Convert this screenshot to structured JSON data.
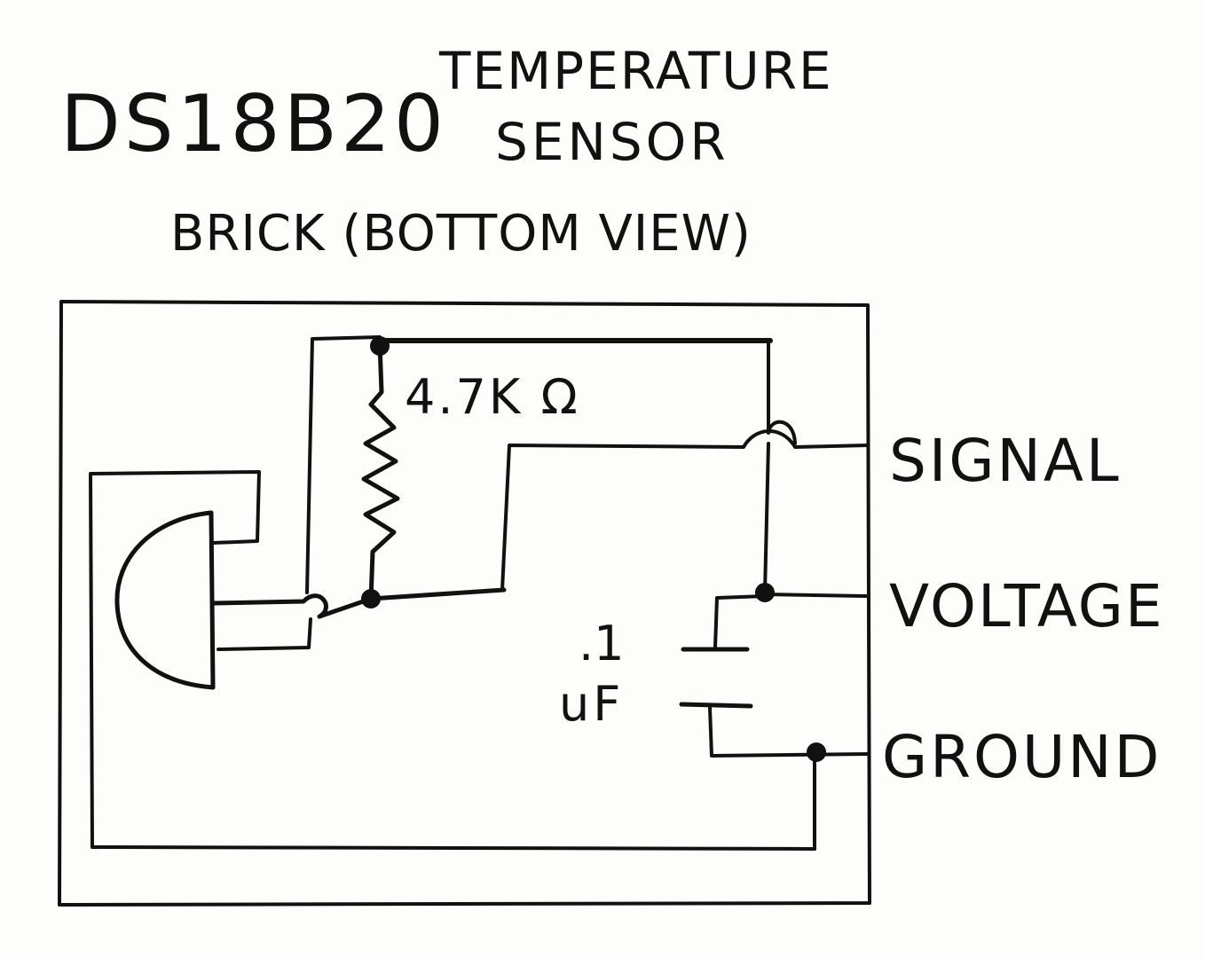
{
  "title": {
    "part": "DS18B20",
    "line1": "TEMPERATURE",
    "line2": "SENSOR",
    "line3": "BRICK (BOTTOM VIEW)"
  },
  "components": {
    "resistor_label": "4.7K Ω",
    "capacitor_label_top": ".1",
    "capacitor_label_bottom": "uF"
  },
  "terminals": {
    "signal": "SIGNAL",
    "voltage": "VOLTAGE",
    "ground": "GROUND"
  },
  "colors": {
    "ink": "#111111",
    "paper": "#fdfdfb"
  }
}
